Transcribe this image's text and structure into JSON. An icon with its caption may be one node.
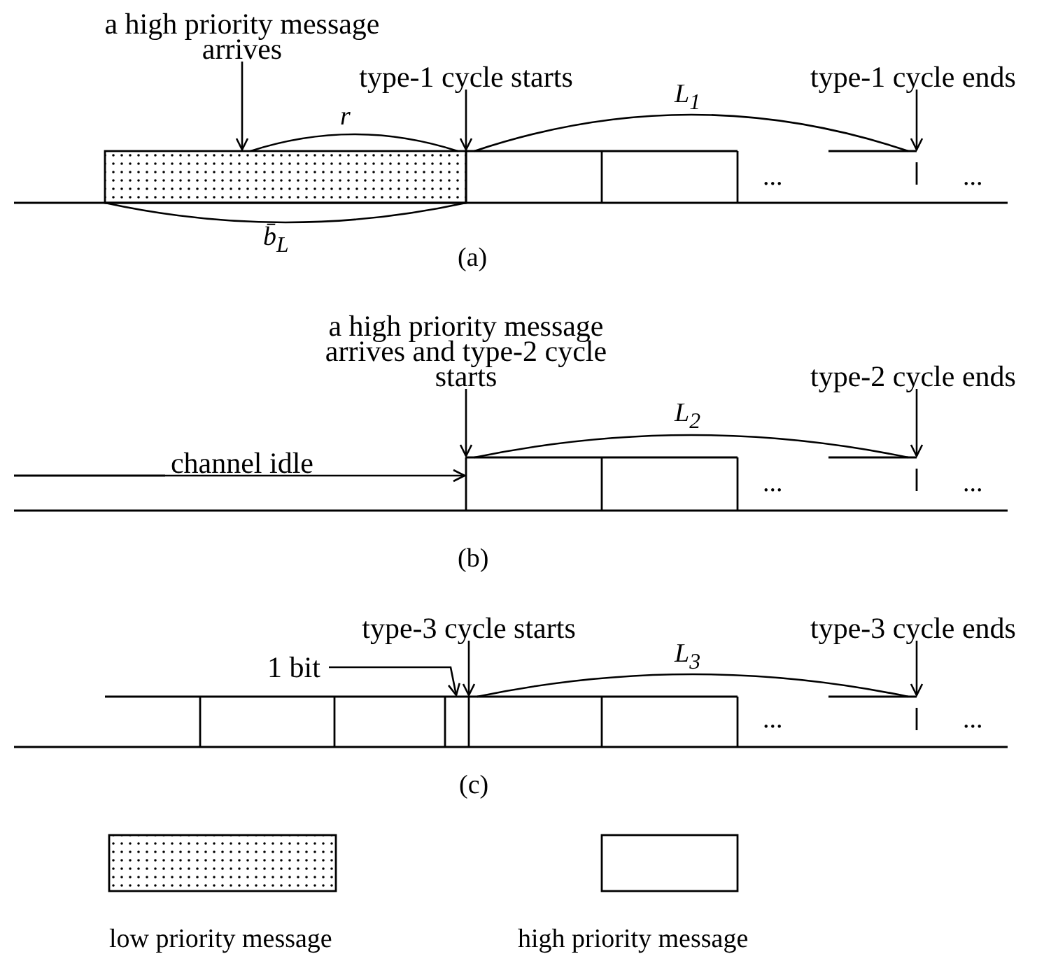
{
  "diagram": {
    "nodes": [
      {
        "text": [
          "a high priority message arrives"
        ]
      },
      {
        "text": [
          "type-1 cycle starts"
        ]
      },
      {
        "text": [
          "type-1 cycle ends"
        ]
      },
      {
        "text": [
          "a high priority message arrives and type-2 cycle starts"
        ]
      },
      {
        "text": [
          "type-2 cycle ends"
        ]
      },
      {
        "text": [
          "channel idle"
        ]
      },
      {
        "text": [
          "type-3 cycle starts"
        ]
      },
      {
        "text": [
          "1 bit"
        ]
      },
      {
        "text": [
          "type-3 cycle ends"
        ]
      }
    ],
    "edges": [
      {
        "from": 0,
        "to": null,
        "arrow": "to"
      },
      {
        "from": 1,
        "to": null,
        "arrow": "to"
      },
      {
        "from": 2,
        "to": null,
        "arrow": "to"
      },
      {
        "from": 3,
        "to": null,
        "arrow": "to"
      },
      {
        "from": 4,
        "to": null,
        "arrow": "to"
      },
      {
        "from": 5,
        "to": null,
        "arrow": "to"
      },
      {
        "from": 6,
        "to": null,
        "arrow": "to"
      },
      {
        "from": 7,
        "to": null,
        "arrow": "to"
      },
      {
        "from": 8,
        "to": null,
        "arrow": "to"
      }
    ],
    "labels": [
      "r",
      "L$_{1}$",
      "...",
      "...",
      "b̄$_{L}$",
      "(a)",
      "L$_{2}$",
      "...",
      "...",
      "(b)",
      "L$_{3}$",
      "...",
      "...",
      "(c)"
    ],
    "legend": [
      {
        "text": "low priority message"
      },
      {
        "text": "high priority message"
      }
    ]
  }
}
